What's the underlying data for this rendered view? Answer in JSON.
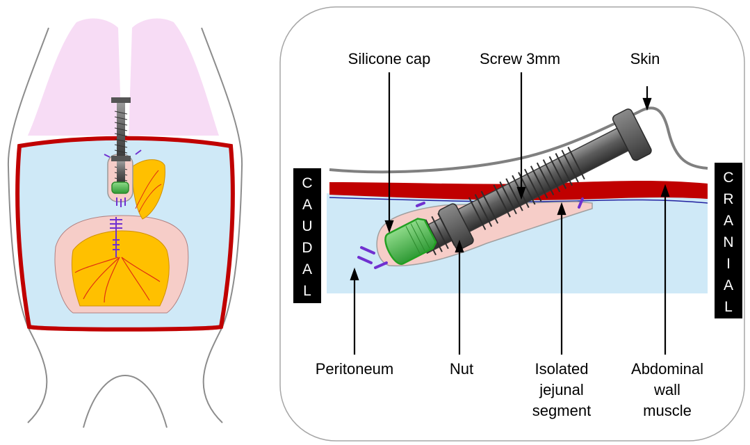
{
  "labels": {
    "silicone_cap": "Silicone cap",
    "screw": "Screw 3mm",
    "skin": "Skin",
    "peritoneum": "Peritoneum",
    "nut": "Nut",
    "jejunal_line1": "Isolated",
    "jejunal_line2": "jejunal",
    "jejunal_line3": "segment",
    "muscle_line1": "Abdominal",
    "muscle_line2": "wall",
    "muscle_line3": "muscle"
  },
  "side_labels": {
    "caudal": [
      "C",
      "A",
      "U",
      "D",
      "A",
      "L"
    ],
    "cranial": [
      "C",
      "R",
      "A",
      "N",
      "I",
      "A",
      "L"
    ]
  },
  "colors": {
    "muscle_red": "#c00000",
    "cavity_blue": "#cfe9f7",
    "lung_pink": "#f7dcf5",
    "jejunum_pink": "#f6cdc8",
    "mesentery_yellow": "#ffc000",
    "cap_green": "#43c34a",
    "suture_purple": "#7030d0",
    "screw_gray": "#666666",
    "skin_gray": "#808080"
  },
  "icons": {
    "screw": "screw-icon",
    "nut": "nut-icon",
    "cap": "silicone-cap-icon"
  }
}
